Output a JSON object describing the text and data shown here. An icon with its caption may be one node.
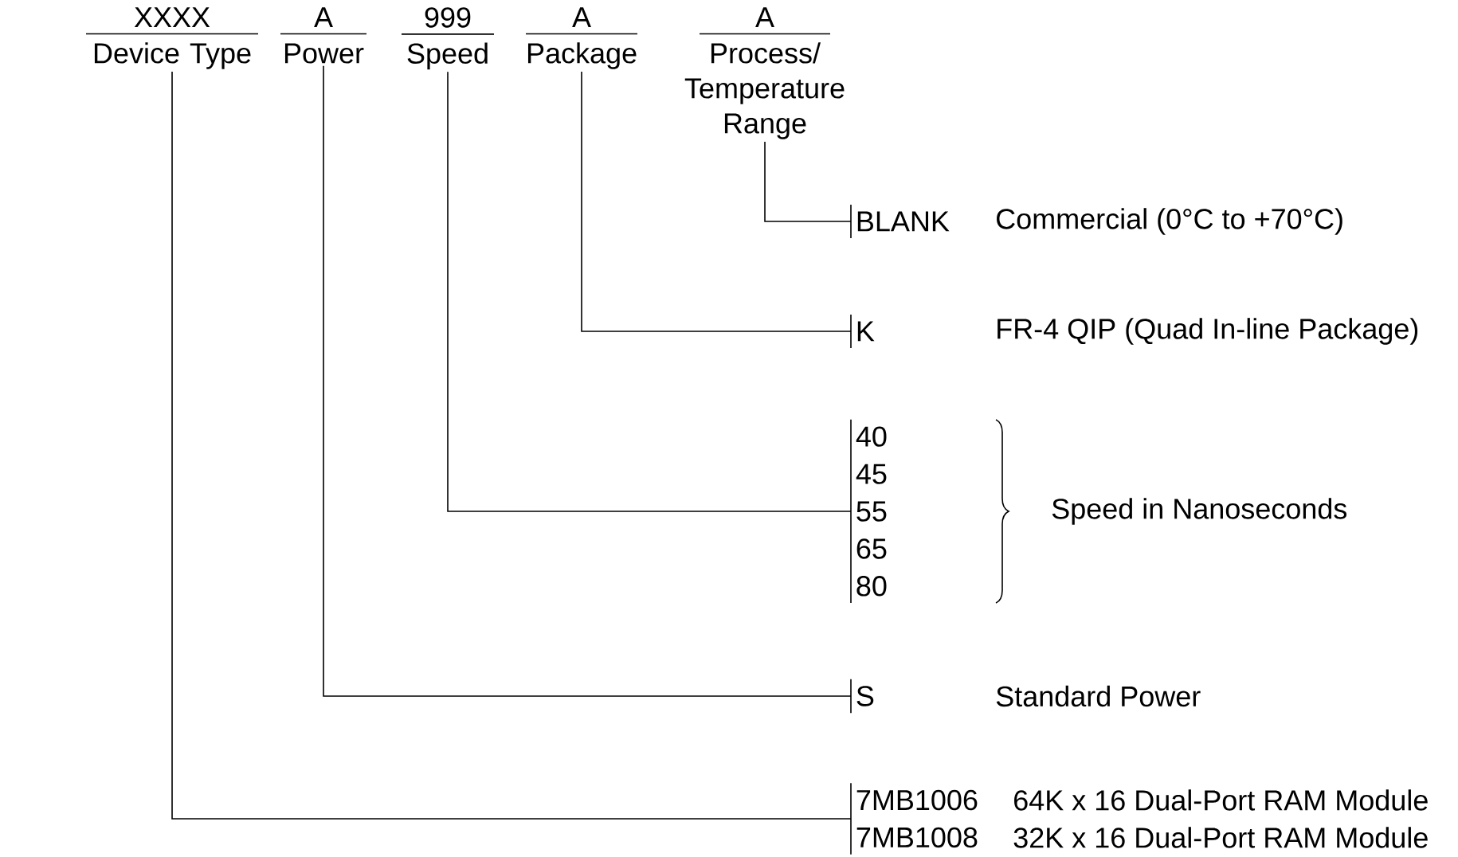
{
  "diagram": {
    "nodes": [
      {
        "text": [
          "XXXX",
          "Device Type"
        ]
      },
      {
        "text": [
          "A",
          "Power"
        ]
      },
      {
        "text": [
          "999",
          "Speed"
        ]
      },
      {
        "text": [
          "A",
          "Package"
        ]
      },
      {
        "text": [
          "A",
          "Process/ Temperature Range"
        ]
      },
      {
        "text": [
          "BLANK"
        ]
      },
      {
        "text": [
          "K"
        ]
      },
      {
        "text": [
          "40",
          "45",
          "55",
          "65",
          "80"
        ]
      },
      {
        "text": [
          "S"
        ]
      },
      {
        "text": [
          "7MB1006",
          "7MB1008"
        ]
      }
    ],
    "edges": [
      {
        "from": 4,
        "to": 5,
        "arrow": "none"
      },
      {
        "from": 3,
        "to": 6,
        "arrow": "none"
      },
      {
        "from": 2,
        "to": 7,
        "arrow": "none"
      },
      {
        "from": 1,
        "to": 8,
        "arrow": "none"
      },
      {
        "from": 0,
        "to": 9,
        "arrow": "none"
      }
    ],
    "labels": [
      "Commercial (0°C to +70°C)",
      "FR-4 QIP (Quad In-line Package)",
      "Speed in Nanoseconds",
      "Standard Power",
      "64K x 16 Dual-Port RAM Module",
      "32K x 16 Dual-Port RAM Module"
    ]
  }
}
